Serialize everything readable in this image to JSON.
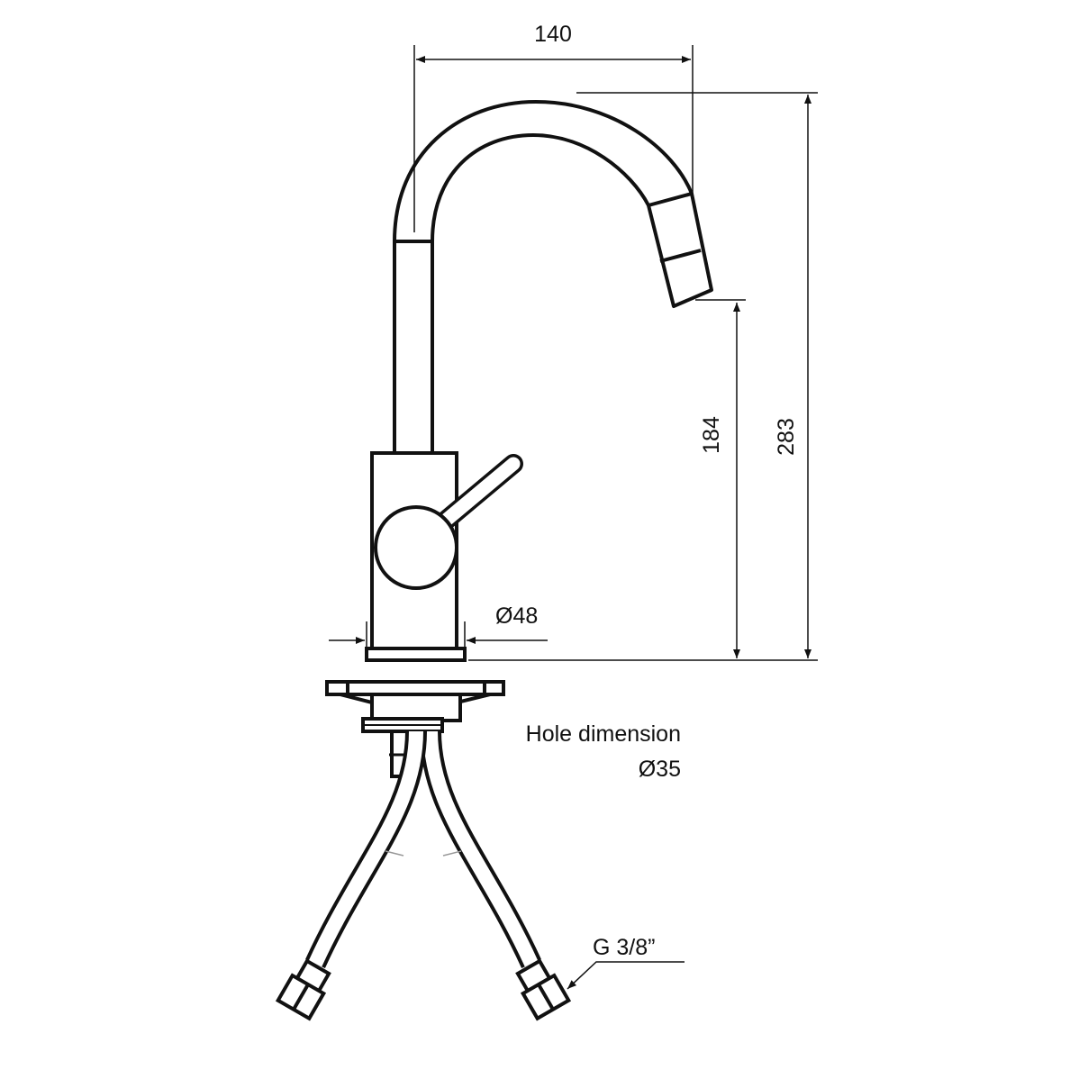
{
  "dimensions": {
    "reach": "140",
    "spout_height": "184",
    "total_height": "283",
    "body_diameter": "Ø48"
  },
  "notes": {
    "hole_label": "Hole dimension",
    "hole_value": "Ø35",
    "connection": "G 3/8”"
  },
  "colors": {
    "line": "#111111",
    "background": "#ffffff"
  }
}
